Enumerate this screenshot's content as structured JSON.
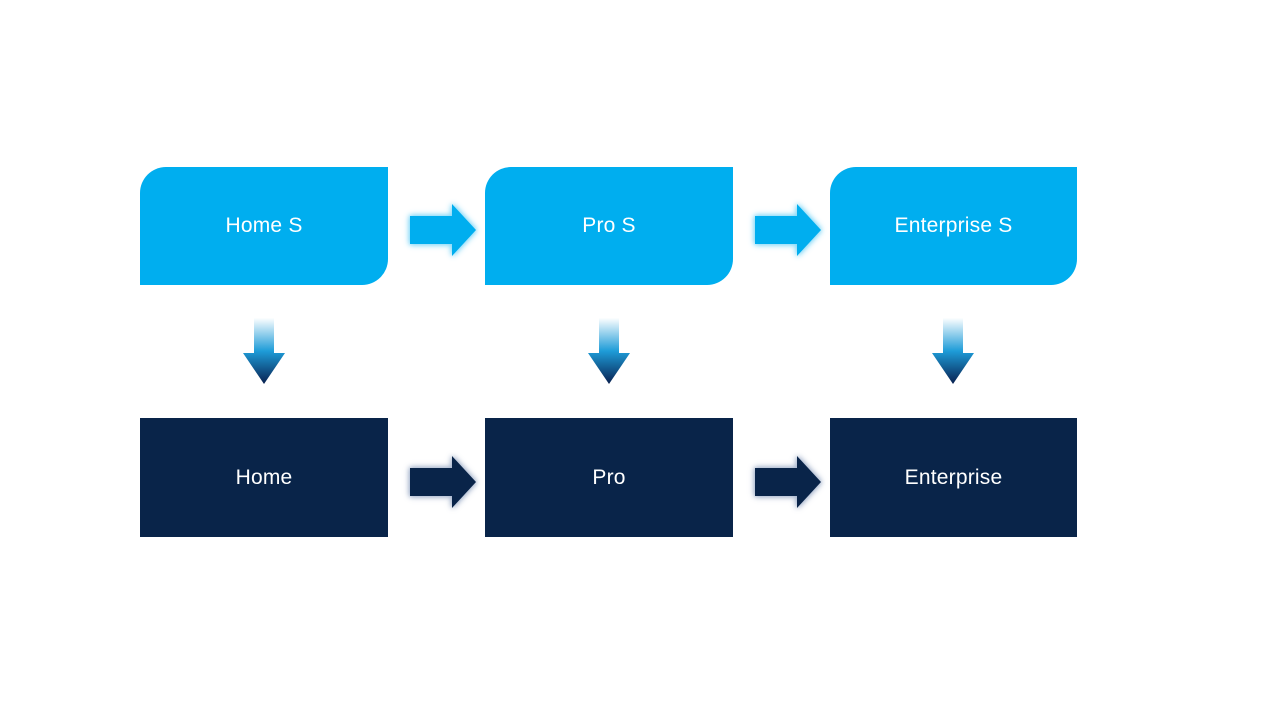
{
  "slide": {
    "colors": {
      "slide_background": "#FFFFFF",
      "tier_s_fill": "#00AEEF",
      "tier_fill": "#092449",
      "label_text": "#FFFFFF",
      "blue_arrow": "#00AEEF",
      "blue_arrow_glow": "#8ADAF8",
      "navy_arrow": "#092449",
      "navy_arrow_glow": "#A8B6CE",
      "down_arrow_gradient_top": "#FDFEFF",
      "down_arrow_gradient_mid": "#1E9CD8",
      "down_arrow_gradient_bottom": "#082050"
    },
    "top_row": {
      "items": [
        {
          "label": "Home S"
        },
        {
          "label": "Pro S"
        },
        {
          "label": "Enterprise S"
        }
      ]
    },
    "bottom_row": {
      "items": [
        {
          "label": "Home"
        },
        {
          "label": "Pro"
        },
        {
          "label": "Enterprise"
        }
      ]
    }
  }
}
